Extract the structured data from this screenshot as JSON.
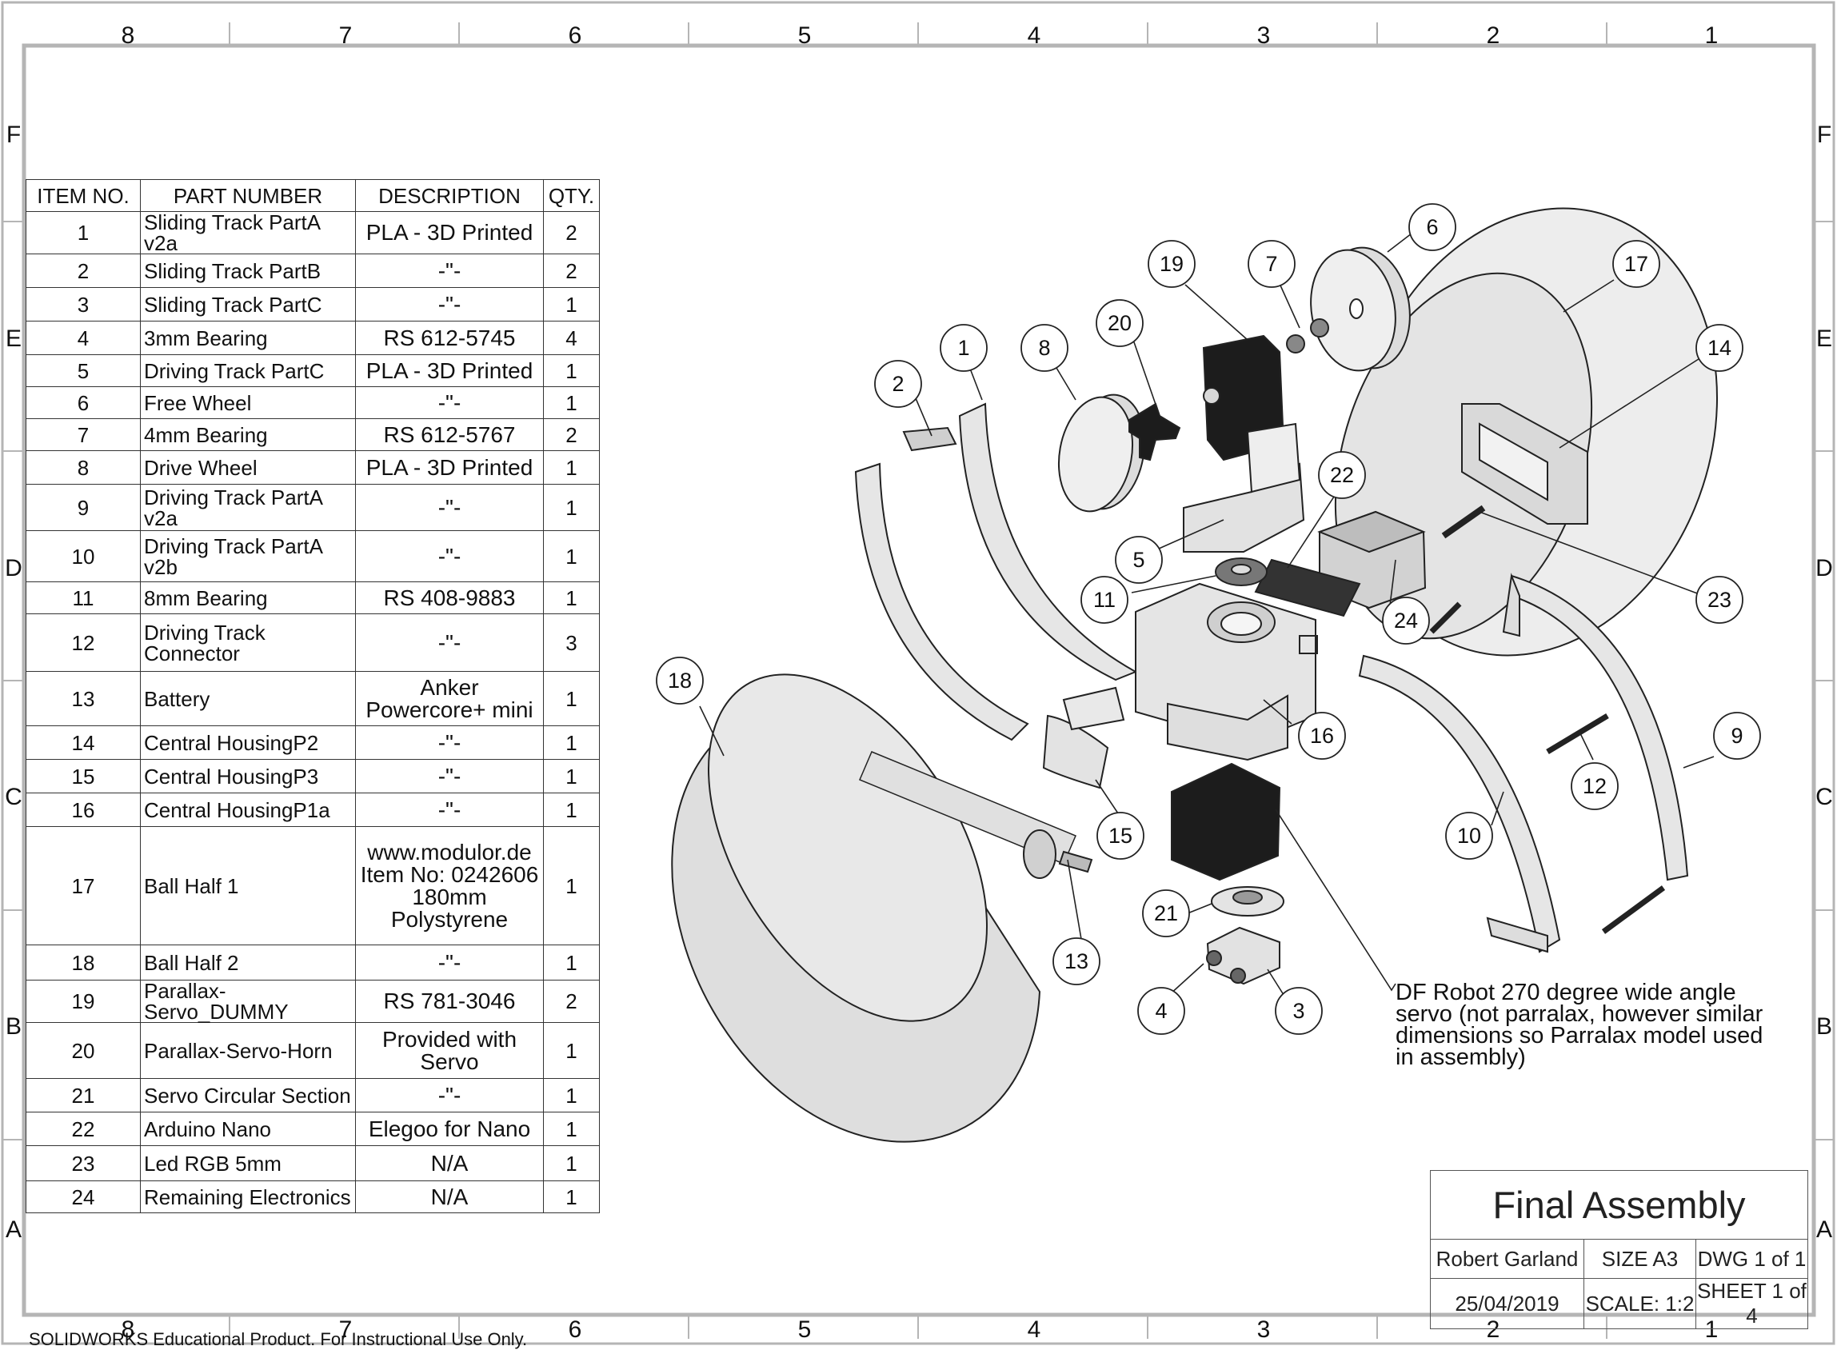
{
  "zones": {
    "columns": [
      "8",
      "7",
      "6",
      "5",
      "4",
      "3",
      "2",
      "1"
    ],
    "rows": [
      "F",
      "E",
      "D",
      "C",
      "B",
      "A"
    ]
  },
  "bom": {
    "headers": [
      "ITEM NO.",
      "PART NUMBER",
      "DESCRIPTION",
      "QTY."
    ],
    "rows": [
      {
        "no": "1",
        "part": "Sliding Track PartA v2a",
        "desc": "PLA - 3D Printed",
        "qty": "2"
      },
      {
        "no": "2",
        "part": "Sliding Track PartB",
        "desc": "-\"-",
        "qty": "2"
      },
      {
        "no": "3",
        "part": "Sliding Track PartC",
        "desc": "-\"-",
        "qty": "1"
      },
      {
        "no": "4",
        "part": "3mm Bearing",
        "desc": "RS 612-5745",
        "qty": "4"
      },
      {
        "no": "5",
        "part": "Driving Track PartC",
        "desc": "PLA - 3D Printed",
        "qty": "1"
      },
      {
        "no": "6",
        "part": "Free Wheel",
        "desc": "-\"-",
        "qty": "1"
      },
      {
        "no": "7",
        "part": "4mm Bearing",
        "desc": "RS  612-5767",
        "qty": "2"
      },
      {
        "no": "8",
        "part": "Drive Wheel",
        "desc": "PLA - 3D Printed",
        "qty": "1"
      },
      {
        "no": "9",
        "part": "Driving Track PartA v2a",
        "desc": "-\"-",
        "qty": "1"
      },
      {
        "no": "10",
        "part": "Driving Track PartA v2b",
        "desc": "-\"-",
        "qty": "1"
      },
      {
        "no": "11",
        "part": "8mm Bearing",
        "desc": "RS  408-9883",
        "qty": "1"
      },
      {
        "no": "12",
        "part": "Driving Track Connector",
        "desc": "-\"-",
        "qty": "3"
      },
      {
        "no": "13",
        "part": "Battery",
        "desc": "Anker Powercore+ mini",
        "qty": "1"
      },
      {
        "no": "14",
        "part": "Central HousingP2",
        "desc": "-\"-",
        "qty": "1"
      },
      {
        "no": "15",
        "part": "Central HousingP3",
        "desc": "-\"-",
        "qty": "1"
      },
      {
        "no": "16",
        "part": "Central HousingP1a",
        "desc": "-\"-",
        "qty": "1"
      },
      {
        "no": "17",
        "part": "Ball Half 1",
        "desc": "www.modulor.de Item No: 0242606 180mm Polystyrene",
        "qty": "1"
      },
      {
        "no": "18",
        "part": "Ball Half 2",
        "desc": "-\"-",
        "qty": "1"
      },
      {
        "no": "19",
        "part": "Parallax-Servo_DUMMY",
        "desc": "RS 781-3046",
        "qty": "2"
      },
      {
        "no": "20",
        "part": "Parallax-Servo-Horn",
        "desc": "Provided with Servo",
        "qty": "1"
      },
      {
        "no": "21",
        "part": "Servo Circular Section",
        "desc": "-\"-",
        "qty": "1"
      },
      {
        "no": "22",
        "part": "Arduino Nano",
        "desc": "Elegoo for Nano",
        "qty": "1"
      },
      {
        "no": "23",
        "part": "Led RGB 5mm",
        "desc": "N/A",
        "qty": "1"
      },
      {
        "no": "24",
        "part": "Remaining Electronics",
        "desc": "N/A",
        "qty": "1"
      }
    ]
  },
  "balloons": [
    "1",
    "2",
    "3",
    "4",
    "5",
    "6",
    "7",
    "8",
    "9",
    "10",
    "11",
    "12",
    "13",
    "14",
    "15",
    "16",
    "17",
    "18",
    "19",
    "20",
    "21",
    "22",
    "23",
    "24"
  ],
  "note": "DF Robot  270 degree wide angle servo (not parralax, however similar dimensions so Parralax model used in assembly)",
  "title_block": {
    "title": "Final Assembly",
    "author": "Robert Garland",
    "size": "SIZE A3",
    "dwg": "DWG 1 of 1",
    "date": "25/04/2019",
    "scale": "SCALE: 1:2",
    "sheet": "SHEET 1 of 4"
  },
  "footer": "SOLIDWORKS Educational Product. For Instructional Use Only.",
  "colors": {
    "line": "#222222",
    "frame": "#aaaaaa",
    "part_fill": "#e6e6e6",
    "dark": "#1c1c1c"
  }
}
